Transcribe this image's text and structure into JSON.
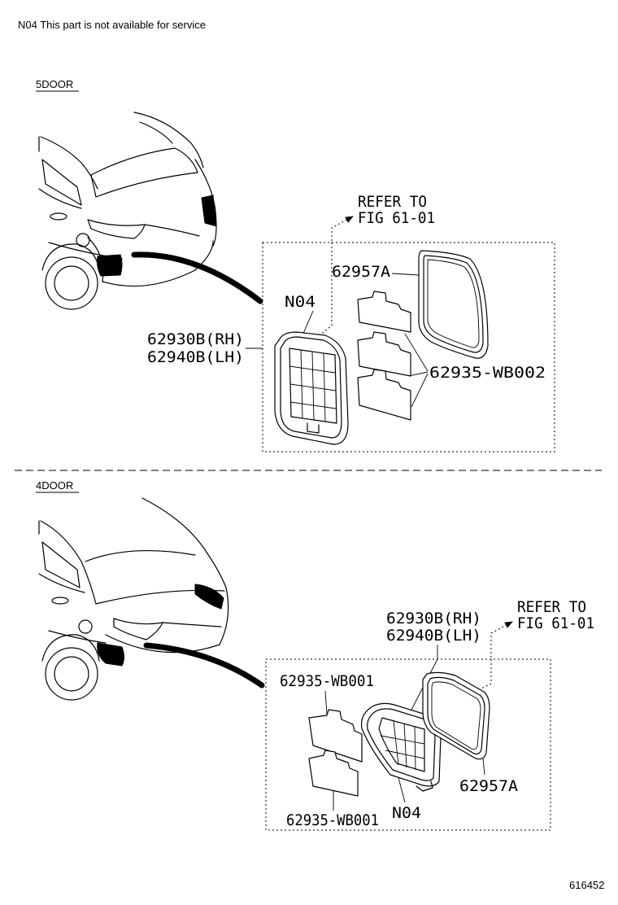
{
  "note": "N04 This part is not available for service",
  "figure_id": "616452",
  "five_door": {
    "title": "5DOOR",
    "refer_line1": "REFER TO",
    "refer_line2": "FIG 61-01",
    "gasket": "62957A",
    "n04": "N04",
    "rh": "62930B(RH)",
    "lh": "62940B(LH)",
    "filter": "62935-WB002"
  },
  "four_door": {
    "title": "4DOOR",
    "refer_line1": "REFER TO",
    "refer_line2": "FIG 61-01",
    "rh": "62930B(RH)",
    "lh": "62940B(LH)",
    "filter_top": "62935-WB001",
    "gasket": "62957A",
    "n04": "N04",
    "filter_bottom": "62935-WB001"
  }
}
